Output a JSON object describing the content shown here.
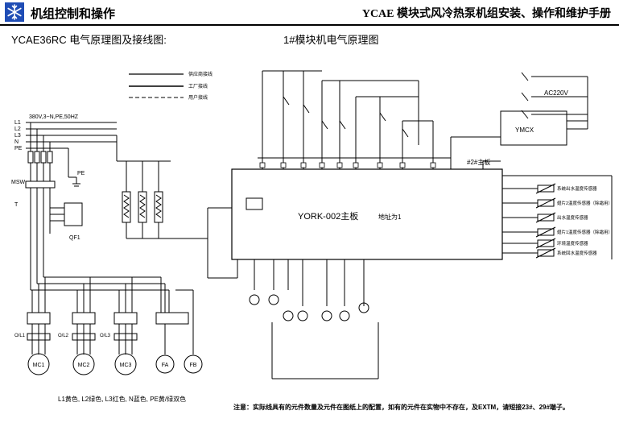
{
  "header": {
    "left_title": "机组控制和操作",
    "right_title": "YCAE 模块式风冷热泵机组安装、操作和维护手册"
  },
  "page": {
    "subtitle": "YCAE36RC 电气原理图及接线图:",
    "subtitle2": "1#模块机电气原理图"
  },
  "diagram": {
    "legend_items": [
      "供应商接线",
      "工厂接线",
      "用户接线"
    ],
    "power_supply": "380V,3~N,PE,50HZ",
    "bus_lines": [
      "L1",
      "L2",
      "L3",
      "N",
      "PE"
    ],
    "main_board": "YORK-002主板",
    "address_label": "地址为1",
    "module_label": "YMCX",
    "ac_supply": "AC220V",
    "master_label": "#2#主板",
    "pe_label": "PE",
    "msw_label": "MSW",
    "t_label": "T",
    "qf_label": "QF1",
    "motors": [
      "MC1",
      "MC2",
      "MC3"
    ],
    "fans": [
      "FA",
      "FB"
    ],
    "olrs": [
      "O/L1",
      "O/L2",
      "O/L3"
    ],
    "sensors": [
      "系统出水温度传感器",
      "翅片2温度传感器（除霜用）",
      "出水温度传感器",
      "翅片1温度传感器（除霜用）",
      "环境温度传感器",
      "系统回水温度传感器"
    ]
  },
  "footer": {
    "colors_note": "L1黄色, L2绿色, L3红色, N蓝色, PE黄/绿双色",
    "note": "注意：实际线具有的元件数量及元件在图纸上的配置，如有的元件在实物中不存在，及EXTM，请短接23#、29#端子。"
  }
}
